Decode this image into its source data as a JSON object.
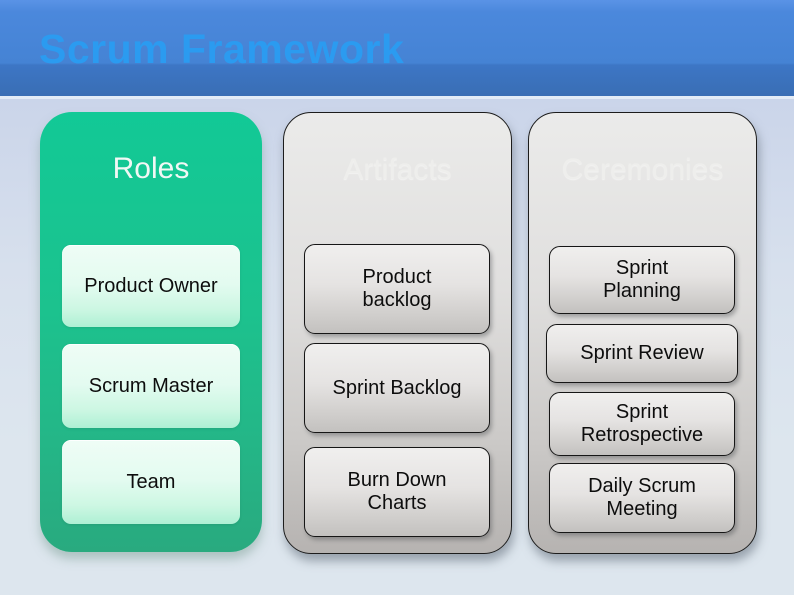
{
  "slide": {
    "title": "Scrum Framework"
  },
  "columns": [
    {
      "title": "Roles",
      "items": [
        "Product Owner",
        "Scrum Master",
        "Team"
      ]
    },
    {
      "title": "Artifacts",
      "items": [
        "Product backlog",
        "Sprint Backlog",
        "Burn Down Charts"
      ]
    },
    {
      "title": "Ceremonies",
      "items": [
        "Sprint Planning",
        "Sprint Review",
        "Sprint Retrospective",
        "Daily Scrum Meeting"
      ]
    }
  ],
  "colors": {
    "header_band": "#4583d4",
    "header_title": "#2b9bf0",
    "roles_accent": "#17c794",
    "roles_item_fill": "#ddfaee",
    "neutral_panel": "#d9d7d5",
    "background": "#d7e0ed"
  }
}
